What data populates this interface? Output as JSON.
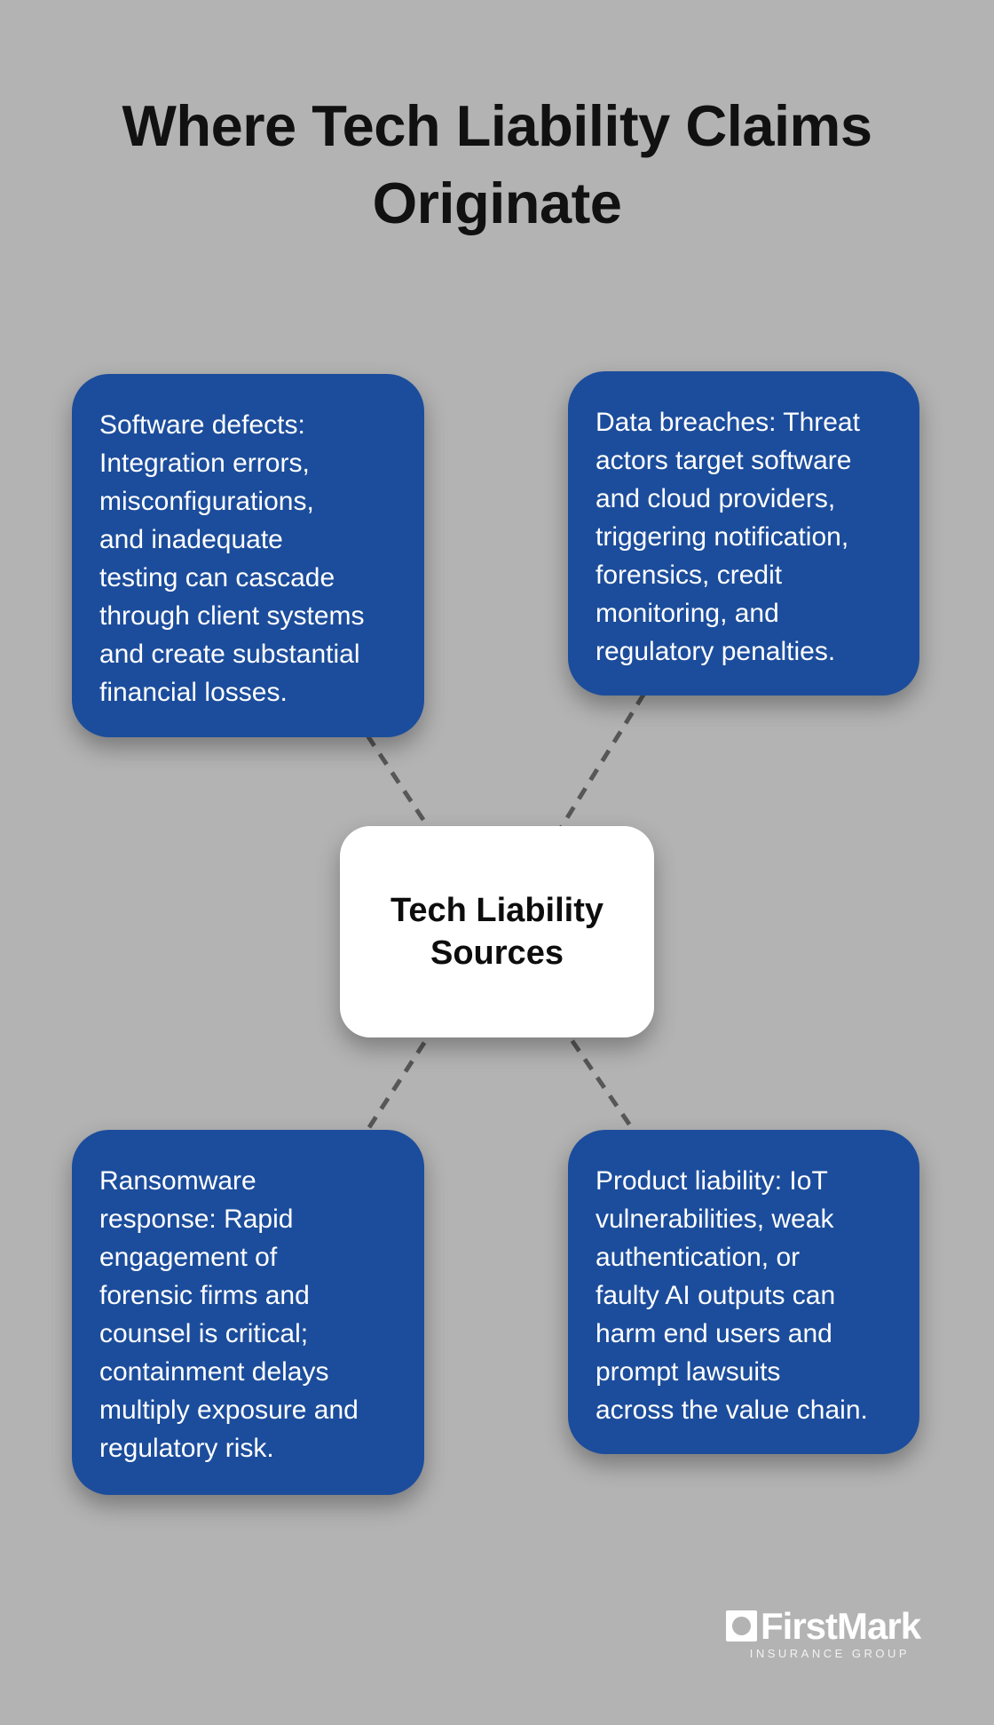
{
  "title": "Where Tech Liability Claims\nOriginate",
  "center_node": {
    "label": "Tech Liability\nSources"
  },
  "nodes": [
    {
      "id": "software-defects",
      "position": "top-left",
      "text": "Software defects:\nIntegration errors,\nmisconfigurations,\nand inadequate\ntesting can cascade\nthrough client systems\nand create substantial\nfinancial losses."
    },
    {
      "id": "data-breaches",
      "position": "top-right",
      "text": "Data breaches: Threat\nactors target software\nand cloud providers,\ntriggering notification,\nforensics, credit\nmonitoring, and\nregulatory penalties."
    },
    {
      "id": "ransomware-response",
      "position": "bottom-left",
      "text": "Ransomware\nresponse: Rapid\nengagement of\nforensic firms and\ncounsel is critical;\ncontainment delays\nmultiply exposure and\nregulatory risk."
    },
    {
      "id": "product-liability",
      "position": "bottom-right",
      "text": "Product liability: IoT\nvulnerabilities, weak\nauthentication, or\nfaulty AI outputs can\nharm end users and\nprompt lawsuits\nacross the value chain."
    }
  ],
  "logo": {
    "brand": "FirstMark",
    "tagline": "INSURANCE GROUP",
    "icon": "square-with-circle-cutout"
  },
  "colors": {
    "background": "#b3b3b3",
    "node_blue": "#1c4d9c",
    "node_text": "#ffffff",
    "center_background": "#ffffff",
    "center_text": "#0d0d0d",
    "title_text": "#111111",
    "connector": "#575757",
    "logo": "#ffffff"
  }
}
